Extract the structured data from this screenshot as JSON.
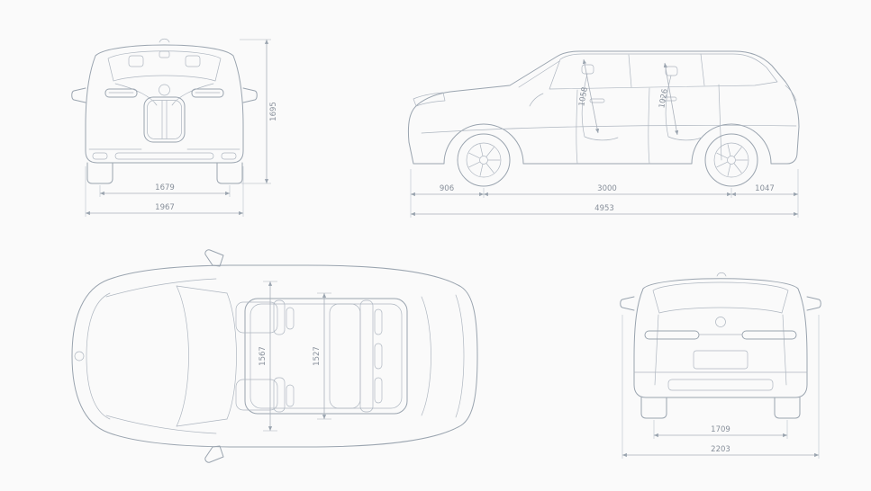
{
  "colors": {
    "background": "#fafafa",
    "line": "#9aa4af",
    "dimension_line": "#aab1bb",
    "label_text": "#878f9a"
  },
  "views": {
    "front": {
      "dimensions": {
        "overall_height": "1695",
        "front_track": "1679",
        "overall_width": "1967"
      }
    },
    "side": {
      "dimensions": {
        "front_overhang": "906",
        "wheelbase": "3000",
        "rear_overhang": "1047",
        "overall_length": "4953",
        "front_headroom": "1058",
        "rear_headroom": "1026"
      }
    },
    "top": {
      "dimensions": {
        "front_interior_width": "1567",
        "rear_interior_width": "1527"
      }
    },
    "rear": {
      "dimensions": {
        "rear_track": "1709",
        "width_incl_mirrors": "2203"
      }
    }
  }
}
